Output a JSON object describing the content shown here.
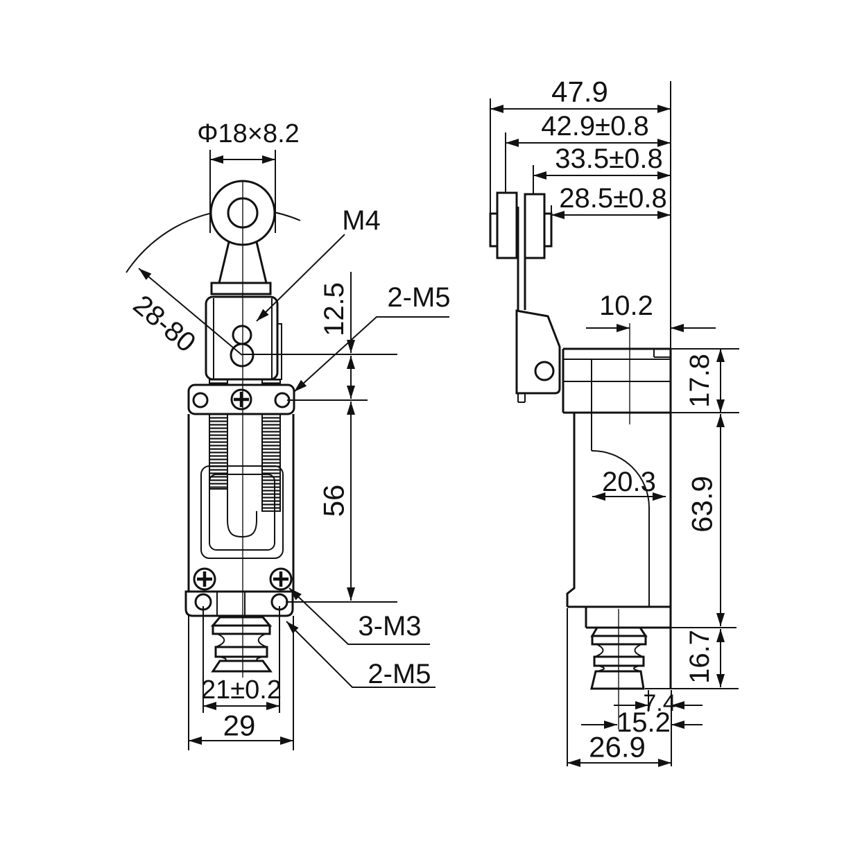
{
  "drawing": {
    "type": "limit-switch roller-lever dimension drawing",
    "colors": {
      "line": "#111111",
      "background": "#ffffff"
    }
  },
  "front_view": {
    "roller_diameter": "Φ18×8.2",
    "lever_screw": "M4",
    "head_mount_holes": "2-M5",
    "head_offset": "12.5",
    "mount_span_height": "56",
    "lever_angle_range": "28-80",
    "terminal_screws": "3-M3",
    "base_mount_holes": "2-M5",
    "base_hole_spacing": "21±0.2",
    "body_width": "29"
  },
  "side_view": {
    "overall_depth": "47.9",
    "roller_outer_depth": "42.9±0.8",
    "lever_plane_depth": "33.5±0.8",
    "roller_inner_depth": "28.5±0.8",
    "head_top_inset": "10.2",
    "head_height": "17.8",
    "cavity_width": "20.3",
    "body_height": "63.9",
    "gland_height": "16.7",
    "gland_edge_offset": "7.4",
    "gland_center_offset": "15.2",
    "base_depth": "26.9"
  }
}
